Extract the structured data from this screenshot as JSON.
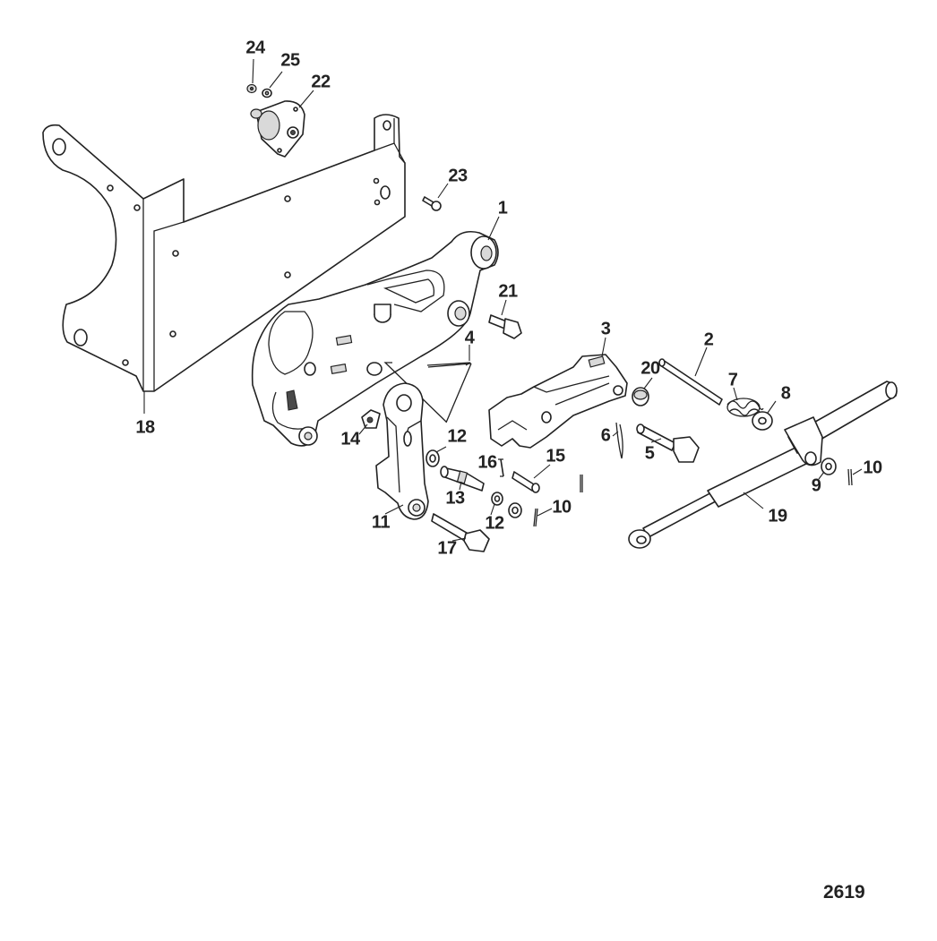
{
  "figure_number": "2619",
  "callouts": [
    {
      "id": "c1",
      "label": "1"
    },
    {
      "id": "c2",
      "label": "2"
    },
    {
      "id": "c3",
      "label": "3"
    },
    {
      "id": "c4",
      "label": "4"
    },
    {
      "id": "c5",
      "label": "5"
    },
    {
      "id": "c6",
      "label": "6"
    },
    {
      "id": "c7",
      "label": "7"
    },
    {
      "id": "c8",
      "label": "8"
    },
    {
      "id": "c9",
      "label": "9"
    },
    {
      "id": "c10a",
      "label": "10"
    },
    {
      "id": "c10b",
      "label": "10"
    },
    {
      "id": "c11",
      "label": "11"
    },
    {
      "id": "c12a",
      "label": "12"
    },
    {
      "id": "c12b",
      "label": "12"
    },
    {
      "id": "c13",
      "label": "13"
    },
    {
      "id": "c14",
      "label": "14"
    },
    {
      "id": "c15",
      "label": "15"
    },
    {
      "id": "c16",
      "label": "16"
    },
    {
      "id": "c17",
      "label": "17"
    },
    {
      "id": "c18",
      "label": "18"
    },
    {
      "id": "c19",
      "label": "19"
    },
    {
      "id": "c20",
      "label": "20"
    },
    {
      "id": "c21",
      "label": "21"
    },
    {
      "id": "c22",
      "label": "22"
    },
    {
      "id": "c23",
      "label": "23"
    },
    {
      "id": "c24",
      "label": "24"
    },
    {
      "id": "c25",
      "label": "25"
    }
  ]
}
